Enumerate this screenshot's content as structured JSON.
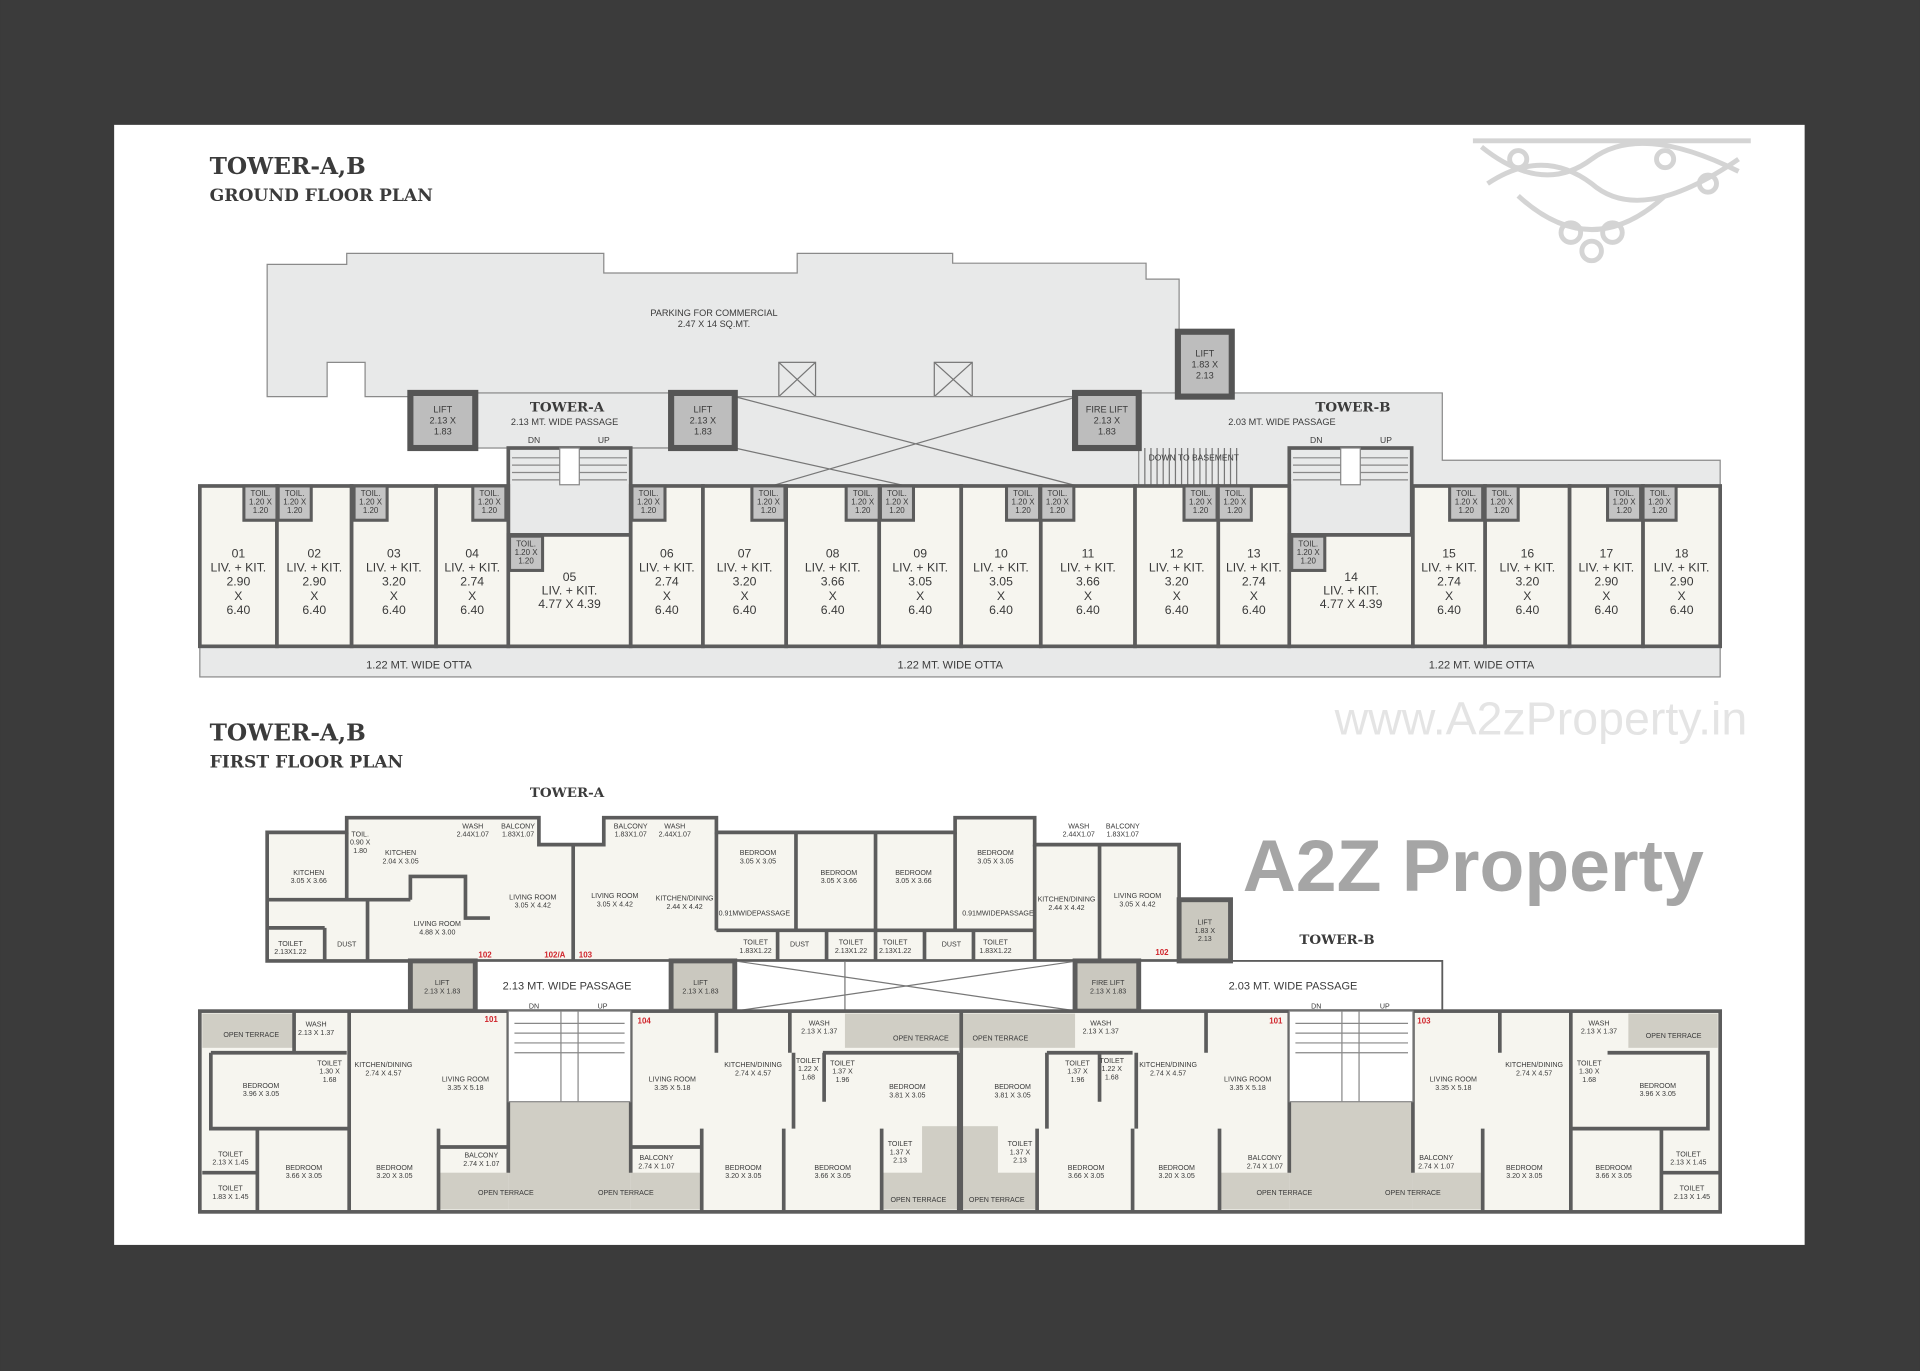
{
  "colors": {
    "background": "#3b3b3b",
    "panel": "#ffffff",
    "wall": "#5c5c5c",
    "room": "#f6f5ef",
    "common": "#e8e9e9",
    "lift": "#bdbdbd",
    "terrace": "#d0cec5",
    "door_number": "#d0242b"
  },
  "watermarks": {
    "left": "www.A2zProperty.in",
    "center": "A2Z Property"
  },
  "logo": "kolam-pattern-icon",
  "ground_floor": {
    "heading": "TOWER-A,B",
    "subheading": "GROUND FLOOR PLAN",
    "parking": [
      "PARKING FOR COMMERCIAL",
      "2.47 X 14 SQ.MT."
    ],
    "tower_a": "TOWER-A",
    "tower_a_passage": "2.13 MT. WIDE PASSAGE",
    "tower_b": "TOWER-B",
    "tower_b_passage": "2.03 MT. WIDE PASSAGE",
    "dn": "DN",
    "up": "UP",
    "down_to_basement": "DOWN TO BASEMENT",
    "lifts": [
      [
        "LIFT",
        "2.13 X",
        "1.83"
      ],
      [
        "LIFT",
        "2.13 X",
        "1.83"
      ],
      [
        "FIRE LIFT",
        "2.13 X",
        "1.83"
      ],
      [
        "LIFT",
        "1.83 X",
        "2.13"
      ]
    ],
    "toilet_label": [
      "TOIL.",
      "1.20 X",
      "1.20"
    ],
    "otta": [
      "1.22 MT. WIDE OTTA",
      "1.22 MT. WIDE OTTA",
      "1.22 MT. WIDE OTTA"
    ],
    "units": [
      [
        "01",
        "LIV. + KIT.",
        "2.90",
        "X",
        "6.40"
      ],
      [
        "02",
        "LIV. + KIT.",
        "2.90",
        "X",
        "6.40"
      ],
      [
        "03",
        "LIV. + KIT.",
        "3.20",
        "X",
        "6.40"
      ],
      [
        "04",
        "LIV. + KIT.",
        "2.74",
        "X",
        "6.40"
      ],
      [
        "05",
        "LIV. + KIT.",
        "4.77 X 4.39"
      ],
      [
        "06",
        "LIV. + KIT.",
        "2.74",
        "X",
        "6.40"
      ],
      [
        "07",
        "LIV. + KIT.",
        "3.20",
        "X",
        "6.40"
      ],
      [
        "08",
        "LIV. + KIT.",
        "3.66",
        "X",
        "6.40"
      ],
      [
        "09",
        "LIV. + KIT.",
        "3.05",
        "X",
        "6.40"
      ],
      [
        "10",
        "LIV. + KIT.",
        "3.05",
        "X",
        "6.40"
      ],
      [
        "11",
        "LIV. + KIT.",
        "3.66",
        "X",
        "6.40"
      ],
      [
        "12",
        "LIV. + KIT.",
        "3.20",
        "X",
        "6.40"
      ],
      [
        "13",
        "LIV. + KIT.",
        "2.74",
        "X",
        "6.40"
      ],
      [
        "14",
        "LIV. + KIT.",
        "4.77 X 4.39"
      ],
      [
        "15",
        "LIV. + KIT.",
        "2.74",
        "X",
        "6.40"
      ],
      [
        "16",
        "LIV. + KIT.",
        "3.20",
        "X",
        "6.40"
      ],
      [
        "17",
        "LIV. + KIT.",
        "2.90",
        "X",
        "6.40"
      ],
      [
        "18",
        "LIV. + KIT.",
        "2.90",
        "X",
        "6.40"
      ]
    ]
  },
  "first_floor": {
    "heading": "TOWER-A,B",
    "subheading": "FIRST FLOOR PLAN",
    "tower_a": "TOWER-A",
    "tower_b": "TOWER-B",
    "door_numbers": [
      "102",
      "102/A",
      "103",
      "102",
      "101",
      "104",
      "101",
      "103"
    ],
    "rooms": [
      [
        "KITCHEN",
        "3.05 X 3.66"
      ],
      [
        "TOIL.",
        "0.90 X",
        "1.80"
      ],
      [
        "KITCHEN",
        "2.04 X 3.05"
      ],
      [
        "WASH",
        "2.44X1.07"
      ],
      [
        "BALCONY",
        "1.83X1.07"
      ],
      [
        "LIVING ROOM",
        "3.05 X 4.42"
      ],
      [
        "LIVING ROOM",
        "4.88 X 3.00"
      ],
      [
        "TOILET",
        "2.13X1.22"
      ],
      [
        "DUST"
      ],
      [
        "BALCONY",
        "1.83X1.07"
      ],
      [
        "WASH",
        "2.44X1.07"
      ],
      [
        "LIVING ROOM",
        "3.05 X 4.42"
      ],
      [
        "KITCHEN/DINING",
        "2.44 X 4.42"
      ],
      [
        "BEDROOM",
        "3.05 X 3.05"
      ],
      [
        "0.91MWIDEPASSAGE"
      ],
      [
        "TOILET",
        "1.83X1.22"
      ],
      [
        "DUST"
      ],
      [
        "BEDROOM",
        "3.05 X 3.66"
      ],
      [
        "TOILET",
        "2.13X1.22"
      ],
      [
        "BEDROOM",
        "3.05 X 3.66"
      ],
      [
        "TOILET",
        "2.13X1.22"
      ],
      [
        "DUST"
      ],
      [
        "BEDROOM",
        "3.05 X 3.05"
      ],
      [
        "0.91MWIDEPASSAGE"
      ],
      [
        "TOILET",
        "1.83X1.22"
      ],
      [
        "WASH",
        "2.44X1.07"
      ],
      [
        "BALCONY",
        "1.83X1.07"
      ],
      [
        "KITCHEN/DINING",
        "2.44 X 4.42"
      ],
      [
        "LIVING ROOM",
        "3.05 X 4.42"
      ],
      [
        "LIFT",
        "1.83 X",
        "2.13"
      ],
      [
        "LIFT",
        "2.13 X 1.83"
      ],
      [
        "2.13 MT. WIDE PASSAGE"
      ],
      [
        "DN"
      ],
      [
        "UP"
      ],
      [
        "LIFT",
        "2.13 X 1.83"
      ],
      [
        "FIRE LIFT",
        "2.13 X 1.83"
      ],
      [
        "2.03 MT. WIDE PASSAGE"
      ],
      [
        "DN"
      ],
      [
        "UP"
      ],
      [
        "OPEN TERRACE"
      ],
      [
        "WASH",
        "2.13 X 1.37"
      ],
      [
        "TOILET",
        "1.30 X",
        "1.68"
      ],
      [
        "KITCHEN/DINING",
        "2.74 X 4.57"
      ],
      [
        "LIVING ROOM",
        "3.35 X 5.18"
      ],
      [
        "BEDROOM",
        "3.96 X 3.05"
      ],
      [
        "TOILET",
        "2.13 X 1.45"
      ],
      [
        "TOILET",
        "1.83 X 1.45"
      ],
      [
        "BEDROOM",
        "3.66 X 3.05"
      ],
      [
        "BEDROOM",
        "3.20 X 3.05"
      ],
      [
        "BALCONY",
        "2.74 X 1.07"
      ],
      [
        "OPEN TERRACE"
      ],
      [
        "OPEN TERRACE"
      ],
      [
        "LIVING ROOM",
        "3.35 X 5.18"
      ],
      [
        "BALCONY",
        "2.74 X 1.07"
      ],
      [
        "KITCHEN/DINING",
        "2.74 X 4.57"
      ],
      [
        "BEDROOM",
        "3.20 X 3.05"
      ],
      [
        "WASH",
        "2.13 X 1.37"
      ],
      [
        "TOILET",
        "1.22 X",
        "1.68"
      ],
      [
        "TOILET",
        "1.37 X",
        "1.96"
      ],
      [
        "BEDROOM",
        "3.81 X 3.05"
      ],
      [
        "BEDROOM",
        "3.66 X 3.05"
      ],
      [
        "TOILET",
        "1.37 X",
        "2.13"
      ],
      [
        "OPEN TERRACE"
      ],
      [
        "OPEN TERRACE"
      ],
      [
        "OPEN TERRACE"
      ],
      [
        "BEDROOM",
        "3.81 X 3.05"
      ],
      [
        "TOILET",
        "1.37 X",
        "2.13"
      ],
      [
        "OPEN TERRACE"
      ],
      [
        "TOILET",
        "1.37 X",
        "1.96"
      ],
      [
        "TOILET",
        "1.22 X",
        "1.68"
      ],
      [
        "WASH",
        "2.13 X 1.37"
      ],
      [
        "BEDROOM",
        "3.66 X 3.05"
      ],
      [
        "BEDROOM",
        "3.20 X 3.05"
      ],
      [
        "KITCHEN/DINING",
        "2.74 X 4.57"
      ],
      [
        "LIVING ROOM",
        "3.35 X 5.18"
      ],
      [
        "BALCONY",
        "2.74 X 1.07"
      ],
      [
        "OPEN TERRACE"
      ],
      [
        "OPEN TERRACE"
      ],
      [
        "LIVING ROOM",
        "3.35 X 5.18"
      ],
      [
        "BALCONY",
        "2.74 X 1.07"
      ],
      [
        "KITCHEN/DINING",
        "2.74 X 4.57"
      ],
      [
        "WASH",
        "2.13 X 1.37"
      ],
      [
        "OPEN TERRACE"
      ],
      [
        "TOILET",
        "1.30 X",
        "1.68"
      ],
      [
        "BEDROOM",
        "3.96 X 3.05"
      ],
      [
        "BEDROOM",
        "3.20 X 3.05"
      ],
      [
        "BEDROOM",
        "3.66 X 3.05"
      ],
      [
        "TOILET",
        "2.13 X 1.45"
      ],
      [
        "TOILET",
        "2.13 X 1.45"
      ]
    ]
  }
}
